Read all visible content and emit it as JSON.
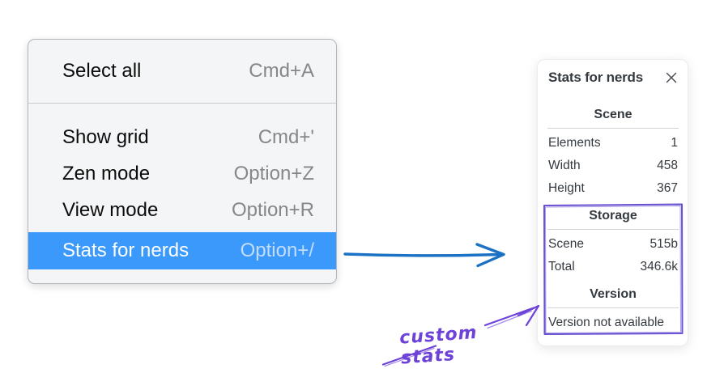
{
  "context_menu": {
    "items": [
      {
        "label": "Select all",
        "shortcut": "Cmd+A",
        "highlighted": false
      },
      {
        "label": "Show grid",
        "shortcut": "Cmd+'",
        "highlighted": false
      },
      {
        "label": "Zen mode",
        "shortcut": "Option+Z",
        "highlighted": false
      },
      {
        "label": "View mode",
        "shortcut": "Option+R",
        "highlighted": false
      },
      {
        "label": "Stats for nerds",
        "shortcut": "Option+/",
        "highlighted": true
      }
    ],
    "highlight_color": "#3b99fc"
  },
  "stats_panel": {
    "title": "Stats for nerds",
    "close_icon": "x-icon",
    "sections": [
      {
        "heading": "Scene",
        "rows": [
          {
            "label": "Elements",
            "value": "1"
          },
          {
            "label": "Width",
            "value": "458"
          },
          {
            "label": "Height",
            "value": "367"
          }
        ]
      },
      {
        "heading": "Storage",
        "rows": [
          {
            "label": "Scene",
            "value": "515b"
          },
          {
            "label": "Total",
            "value": "346.6k"
          }
        ]
      },
      {
        "heading": "Version",
        "note": "Version not available"
      }
    ]
  },
  "annotations": {
    "custom_stats_label": "custom stats",
    "blue_arrow_color": "#1b72c4",
    "purple_color": "#6950d2"
  }
}
